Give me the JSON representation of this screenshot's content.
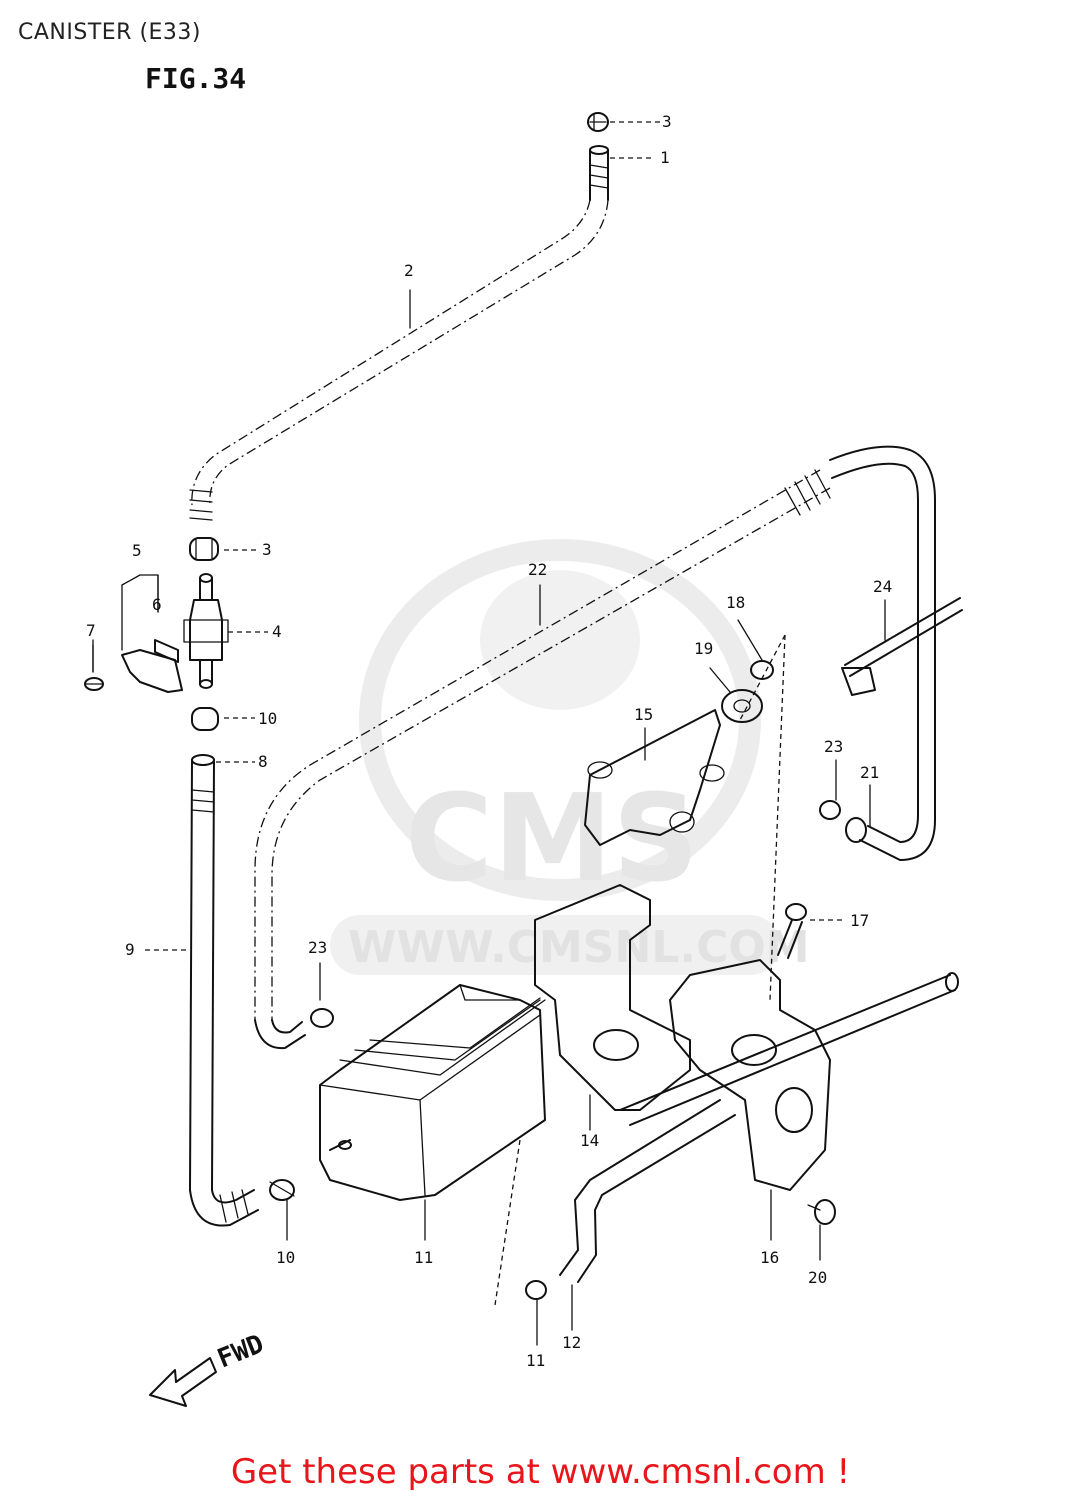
{
  "header": {
    "title": "CANISTER (E33)"
  },
  "diagram": {
    "figure_label": "FIG.34",
    "direction_label": "FWD",
    "watermark_text": "WWW.CMSNL.COM",
    "watermark_logo": "CMS",
    "callouts": {
      "c1": "1",
      "c2": "2",
      "c3a": "3",
      "c3b": "3",
      "c4": "4",
      "c5": "5",
      "c6": "6",
      "c7": "7",
      "c8": "8",
      "c9": "9",
      "c10a": "10",
      "c10b": "10",
      "c11a": "11",
      "c11b": "11",
      "c12": "12",
      "c14": "14",
      "c15": "15",
      "c16": "16",
      "c17": "17",
      "c18": "18",
      "c19": "19",
      "c20": "20",
      "c21": "21",
      "c22": "22",
      "c23a": "23",
      "c23b": "23",
      "c24": "24"
    }
  },
  "footer": {
    "link_text": "Get these parts at www.cmsnl.com !",
    "link_color": "#e8151b"
  }
}
